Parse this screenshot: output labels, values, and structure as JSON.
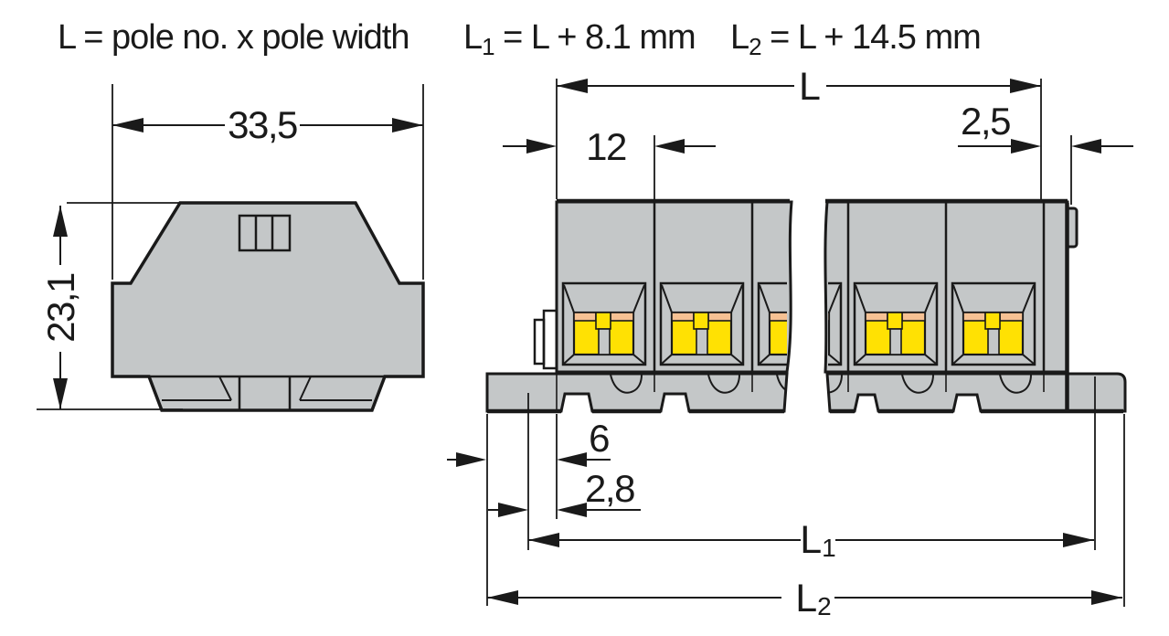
{
  "title_formulas": {
    "formula_l": "L = pole no. x pole width",
    "formula_l1_base": "L",
    "formula_l1_sub": "1",
    "formula_l1_rest": " = L + 8.1 mm",
    "formula_l2_base": "L",
    "formula_l2_sub": "2",
    "formula_l2_rest": " = L + 14.5 mm"
  },
  "side_view": {
    "width_dim": "33,5",
    "height_dim": "23,1"
  },
  "front_view": {
    "length_dim": "L",
    "pole_width_dim": "12",
    "end_plate_dim": "2,5",
    "rail_offset_dim": "6",
    "flange_offset_dim": "2,8",
    "l1_base": "L",
    "l1_sub": "1",
    "l2_base": "L",
    "l2_sub": "2"
  },
  "colors": {
    "housing_gray": "#c4c7c8",
    "clamp_yellow": "#ffe103",
    "clamp_orange": "#f6c193",
    "outline": "#1a1a1a",
    "background": "#ffffff"
  }
}
